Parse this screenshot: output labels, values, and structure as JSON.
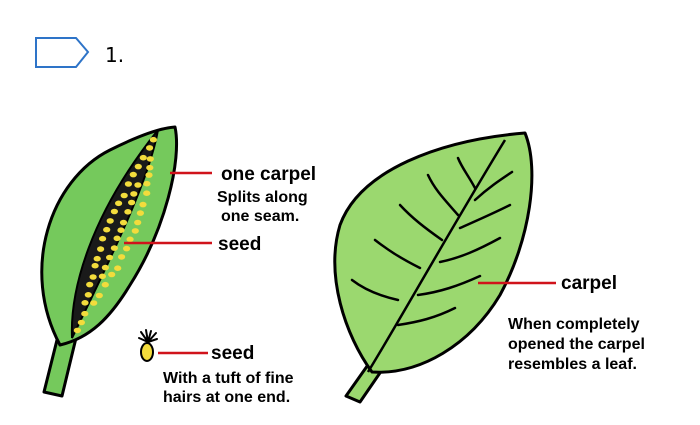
{
  "header": {
    "step_number": "1."
  },
  "colors": {
    "leaf_green": "#9bd86f",
    "pod_green": "#75c95c",
    "seed_yellow": "#f3dc3c",
    "pod_interior": "#1a1a1a",
    "label_line": "#d0131b",
    "tab_outline": "#2e74c8"
  },
  "pod": {
    "carpel_label": "one carpel",
    "carpel_desc": [
      "Splits along",
      "one seam."
    ],
    "seed_label": "seed"
  },
  "seed_detail": {
    "label": "seed",
    "desc": [
      "With a tuft of fine",
      "hairs at one end."
    ]
  },
  "leaf": {
    "label": "carpel",
    "desc": [
      "When completely",
      "opened the carpel",
      "resembles a leaf."
    ]
  }
}
